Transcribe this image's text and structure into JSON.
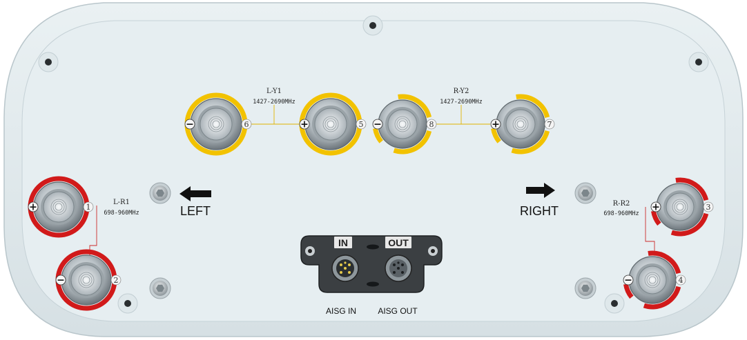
{
  "bands": [
    {
      "name": "L-Y1",
      "freq": "1427-2690MHz"
    },
    {
      "name": "R-Y2",
      "freq": "1427-2690MHz"
    },
    {
      "name": "L-R1",
      "freq": "698-960MHz"
    },
    {
      "name": "R-R2",
      "freq": "698-960MHz"
    }
  ],
  "ports": [
    {
      "num": "6",
      "polarity": "−",
      "band_color": "#f2c200"
    },
    {
      "num": "5",
      "polarity": "+",
      "band_color": "#f2c200"
    },
    {
      "num": "8",
      "polarity": "−",
      "band_color": "#f2c200"
    },
    {
      "num": "7",
      "polarity": "+",
      "band_color": "#f2c200"
    },
    {
      "num": "1",
      "polarity": "+",
      "band_color": "#d11a1a"
    },
    {
      "num": "2",
      "polarity": "−",
      "band_color": "#d11a1a"
    },
    {
      "num": "3",
      "polarity": "+",
      "band_color": "#d11a1a"
    },
    {
      "num": "4",
      "polarity": "−",
      "band_color": "#d11a1a"
    }
  ],
  "directions": {
    "left": "LEFT",
    "right": "RIGHT"
  },
  "aisg": {
    "in_tag": "IN",
    "out_tag": "OUT",
    "in_label": "AISG IN",
    "out_label": "AISG OUT"
  },
  "colors": {
    "panel": "#e3ebee",
    "yellow_band": "#f2c200",
    "red_band": "#d11a1a"
  }
}
